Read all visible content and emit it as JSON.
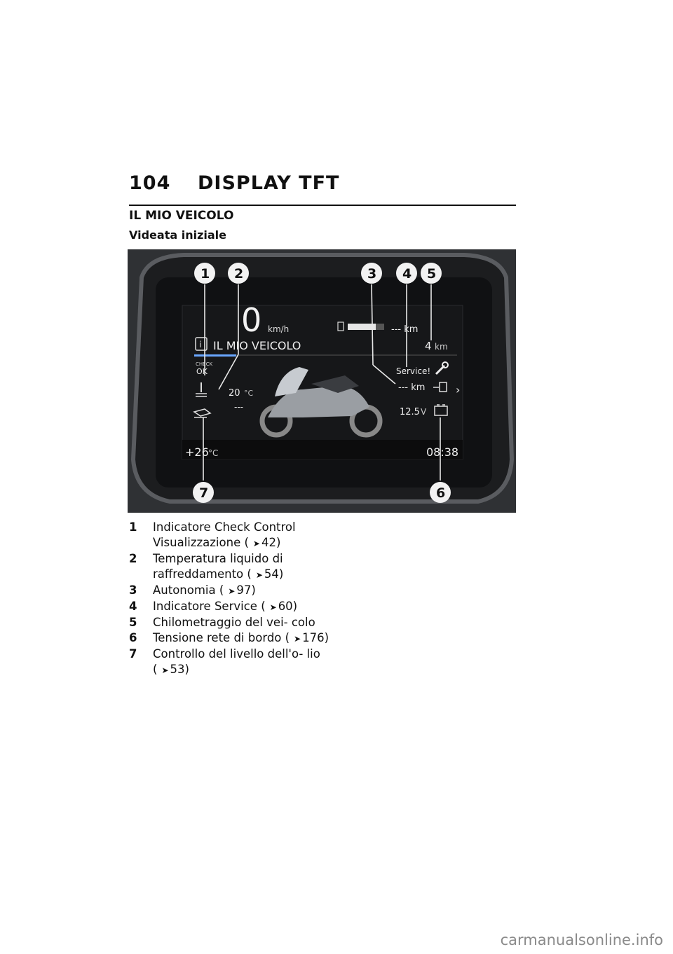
{
  "header": {
    "page_number": "104",
    "title": "DISPLAY TFT"
  },
  "section": {
    "title": "IL MIO VEICOLO",
    "subtitle": "Videata iniziale"
  },
  "display": {
    "speed": "0",
    "speed_unit": "km/h",
    "menu_title": "IL MIO VEICOLO",
    "check_label": "CHECK",
    "check_status": "OK",
    "fuel_range": "--- km",
    "odometer_value": "4",
    "odometer_unit": "km",
    "service_label": "Service!",
    "range_value": "--- km",
    "coolant_value": "20",
    "coolant_unit": "°C",
    "oil_value": "---",
    "voltage_value": "12.5",
    "voltage_unit": "V",
    "ambient_temp": "+26",
    "ambient_unit": "°C",
    "clock": "08:38",
    "callouts": [
      "1",
      "2",
      "3",
      "4",
      "5",
      "6",
      "7"
    ]
  },
  "legend": [
    {
      "num": "1",
      "text": "Indicatore Check Control Visualizzazione",
      "ref": "42)"
    },
    {
      "num": "2",
      "text": "Temperatura liquido di raffreddamento",
      "ref": "54)"
    },
    {
      "num": "3",
      "text": "Autonomia",
      "ref": "97)"
    },
    {
      "num": "4",
      "text": "Indicatore Service",
      "ref": "60)"
    },
    {
      "num": "5",
      "text": "Chilometraggio del vei- colo",
      "ref": ""
    },
    {
      "num": "6",
      "text": "Tensione rete di bordo",
      "ref": "176)"
    },
    {
      "num": "7",
      "text": "Controllo del livello dell'o- lio",
      "ref": "53)"
    }
  ],
  "ref_open": "(",
  "watermark": "carmanualsonline.info"
}
